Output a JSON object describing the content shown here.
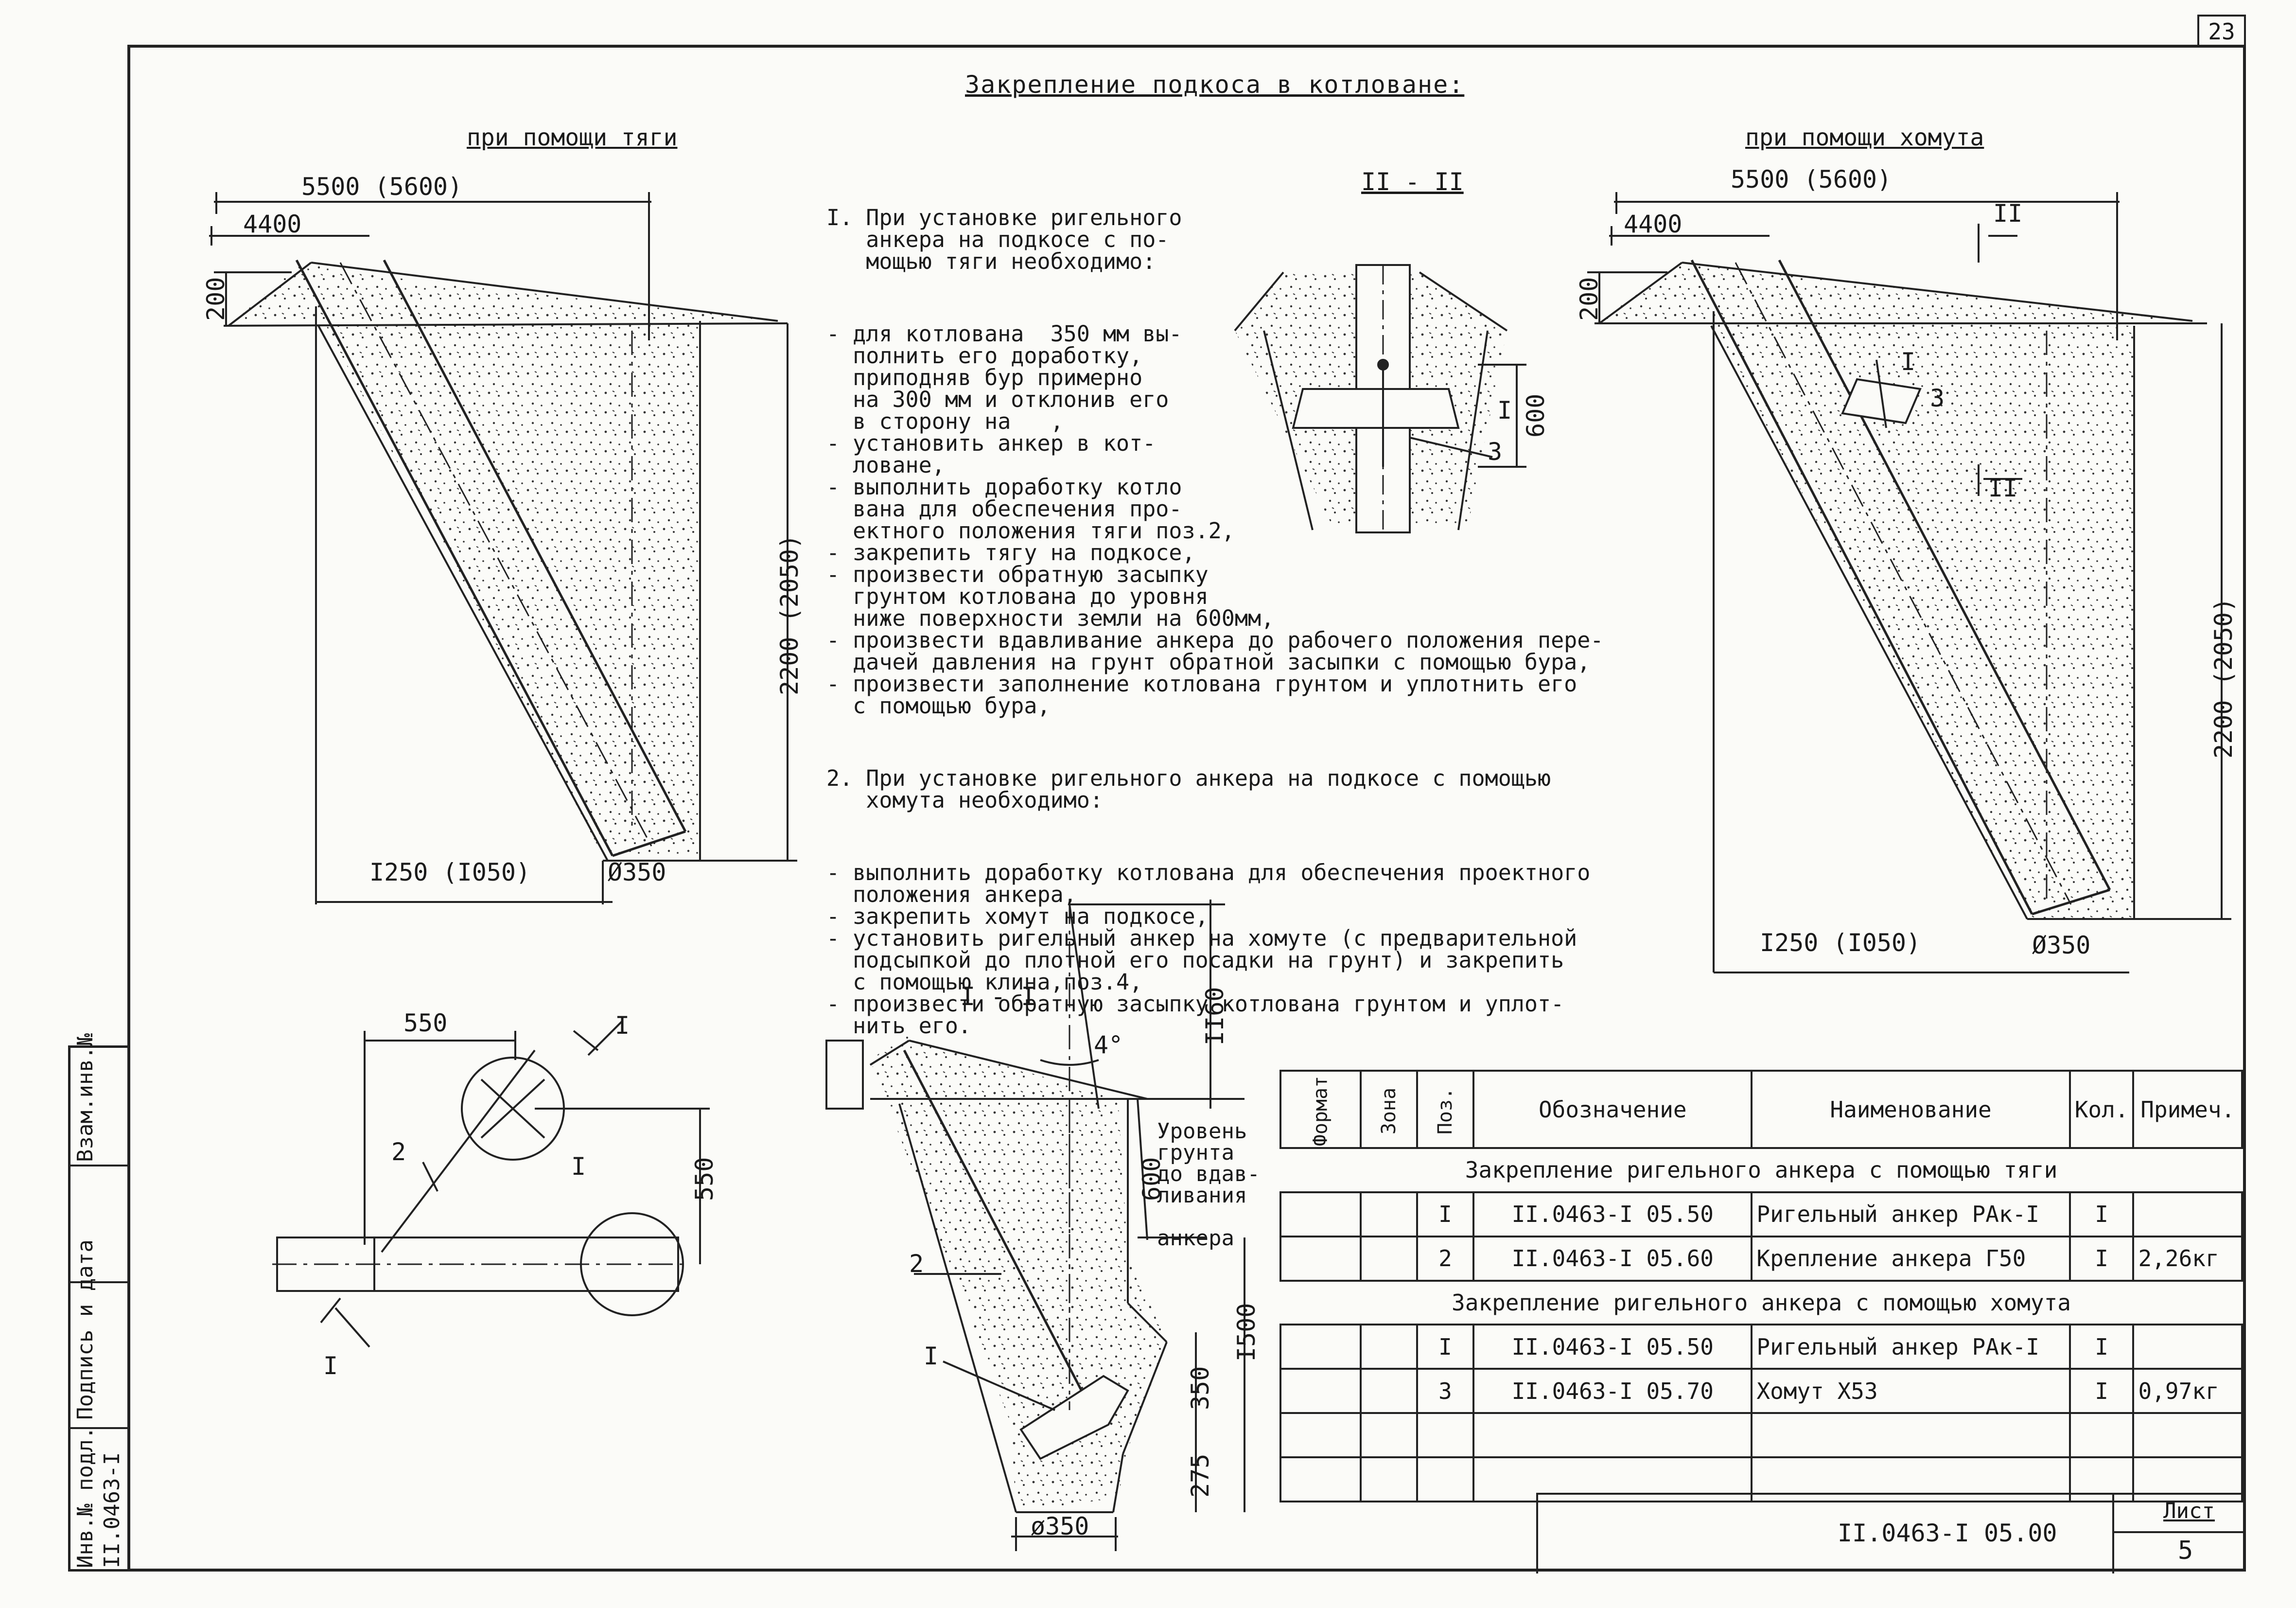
{
  "sheet": {
    "page_number": "23",
    "sheet_label": "Лист",
    "sheet_number": "5",
    "designation": "II.0463-I 05.00"
  },
  "side_stamp": {
    "inv_podl": "Инв.№ подл.",
    "podp_data": "Подпись и дата",
    "vzam_inv": "Взам.инв.№",
    "inv_value": "II.0463-I"
  },
  "header": {
    "title": "Закрепление подкоса в котловане:",
    "left_caption": "при помощи тяги",
    "right_caption": "при помощи хомута",
    "section_II": "II - II",
    "section_I": "I - I"
  },
  "left_drawing": {
    "dim_top_long": "5500 (5600)",
    "dim_top_short": "4400",
    "dim_200": "200",
    "dim_height": "2200 (2050)",
    "dim_bottom": "I250 (I050)",
    "dim_diam": "Ø350"
  },
  "right_drawing": {
    "dim_top_long": "5500 (5600)",
    "dim_top_short": "4400",
    "dim_200": "200",
    "dim_height": "2200 (2050)",
    "dim_bottom": "I250 (I050)",
    "dim_diam": "Ø350",
    "mark_II_top": "II",
    "mark_II_mid": "II",
    "mark_I": "I",
    "mark_3": "3"
  },
  "section_II_drawing": {
    "dim_600": "600",
    "mark_I": "I",
    "mark_3": "3"
  },
  "plan_drawing": {
    "dim_550_h": "550",
    "dim_550_v": "550",
    "mark_I_top": "I",
    "mark_I_bottom": "I",
    "mark_I_circle": "I",
    "mark_2": "2"
  },
  "section_I_drawing": {
    "dim_1160": "II60",
    "angle": "4°",
    "dim_600": "600",
    "dim_1500": "I500",
    "dim_350": "350",
    "dim_275": "275",
    "dim_diam": "ø350",
    "note_level": "Уровень\nгрунта\nдо вдав-\nливания\n\nанкера",
    "mark_2": "2",
    "mark_I": "I"
  },
  "notes": {
    "item1": "I. При установке ригельного\n   анкера на подкосе с по-\n   мощью тяги необходимо:",
    "item1_steps": "- для котлована  350 мм вы-\n  полнить его доработку,\n  приподняв бур примерно\n  на 300 мм и отклонив его\n  в сторону на   ,\n- установить анкер в кот-\n  ловане,\n- выполнить доработку котло\n  вана для обеспечения про-\n  ектного положения тяги поз.2,\n- закрепить тягу на подкосе,\n- произвести обратную засыпку\n  грунтом котлована до уровня\n  ниже поверхности земли на 600мм,\n- произвести вдавливание анкера до рабочего положения пере-\n  дачей давления на грунт обратной засыпки с помощью бура,\n- произвести заполнение котлована грунтом и уплотнить его\n  с помощью бура,",
    "item2": "2. При установке ригельного анкера на подкосе с помощью\n   хомута необходимо:",
    "item2_steps": "- выполнить доработку котлована для обеспечения проектного\n  положения анкера,\n- закрепить хомут на подкосе,\n- установить ригельный анкер на хомуте (с предварительной\n  подсыпкой до плотной его посадки на грунт) и закрепить\n  с помощью клина,поз.4,\n- произвести обратную засыпку котлована грунтом и уплот-\n  нить его."
  },
  "spec_table": {
    "headers": [
      "Формат",
      "Зона",
      "Поз.",
      "Обозначение",
      "Наименование",
      "Кол.",
      "Примеч."
    ],
    "group1": "Закрепление ригельного анкера с помощью тяги",
    "group2": "Закрепление ригельного анкера с помощью хомута",
    "rows1": [
      {
        "pos": "I",
        "designation": "II.0463-I 05.50",
        "name": "Ригельный анкер РАк-I",
        "qty": "I",
        "note": ""
      },
      {
        "pos": "2",
        "designation": "II.0463-I 05.60",
        "name": "Крепление анкера Г50",
        "qty": "I",
        "note": "2,26кг"
      }
    ],
    "rows2": [
      {
        "pos": "I",
        "designation": "II.0463-I 05.50",
        "name": "Ригельный анкер РАк-I",
        "qty": "I",
        "note": ""
      },
      {
        "pos": "3",
        "designation": "II.0463-I 05.70",
        "name": "Хомут Х53",
        "qty": "I",
        "note": "0,97кг"
      }
    ]
  }
}
